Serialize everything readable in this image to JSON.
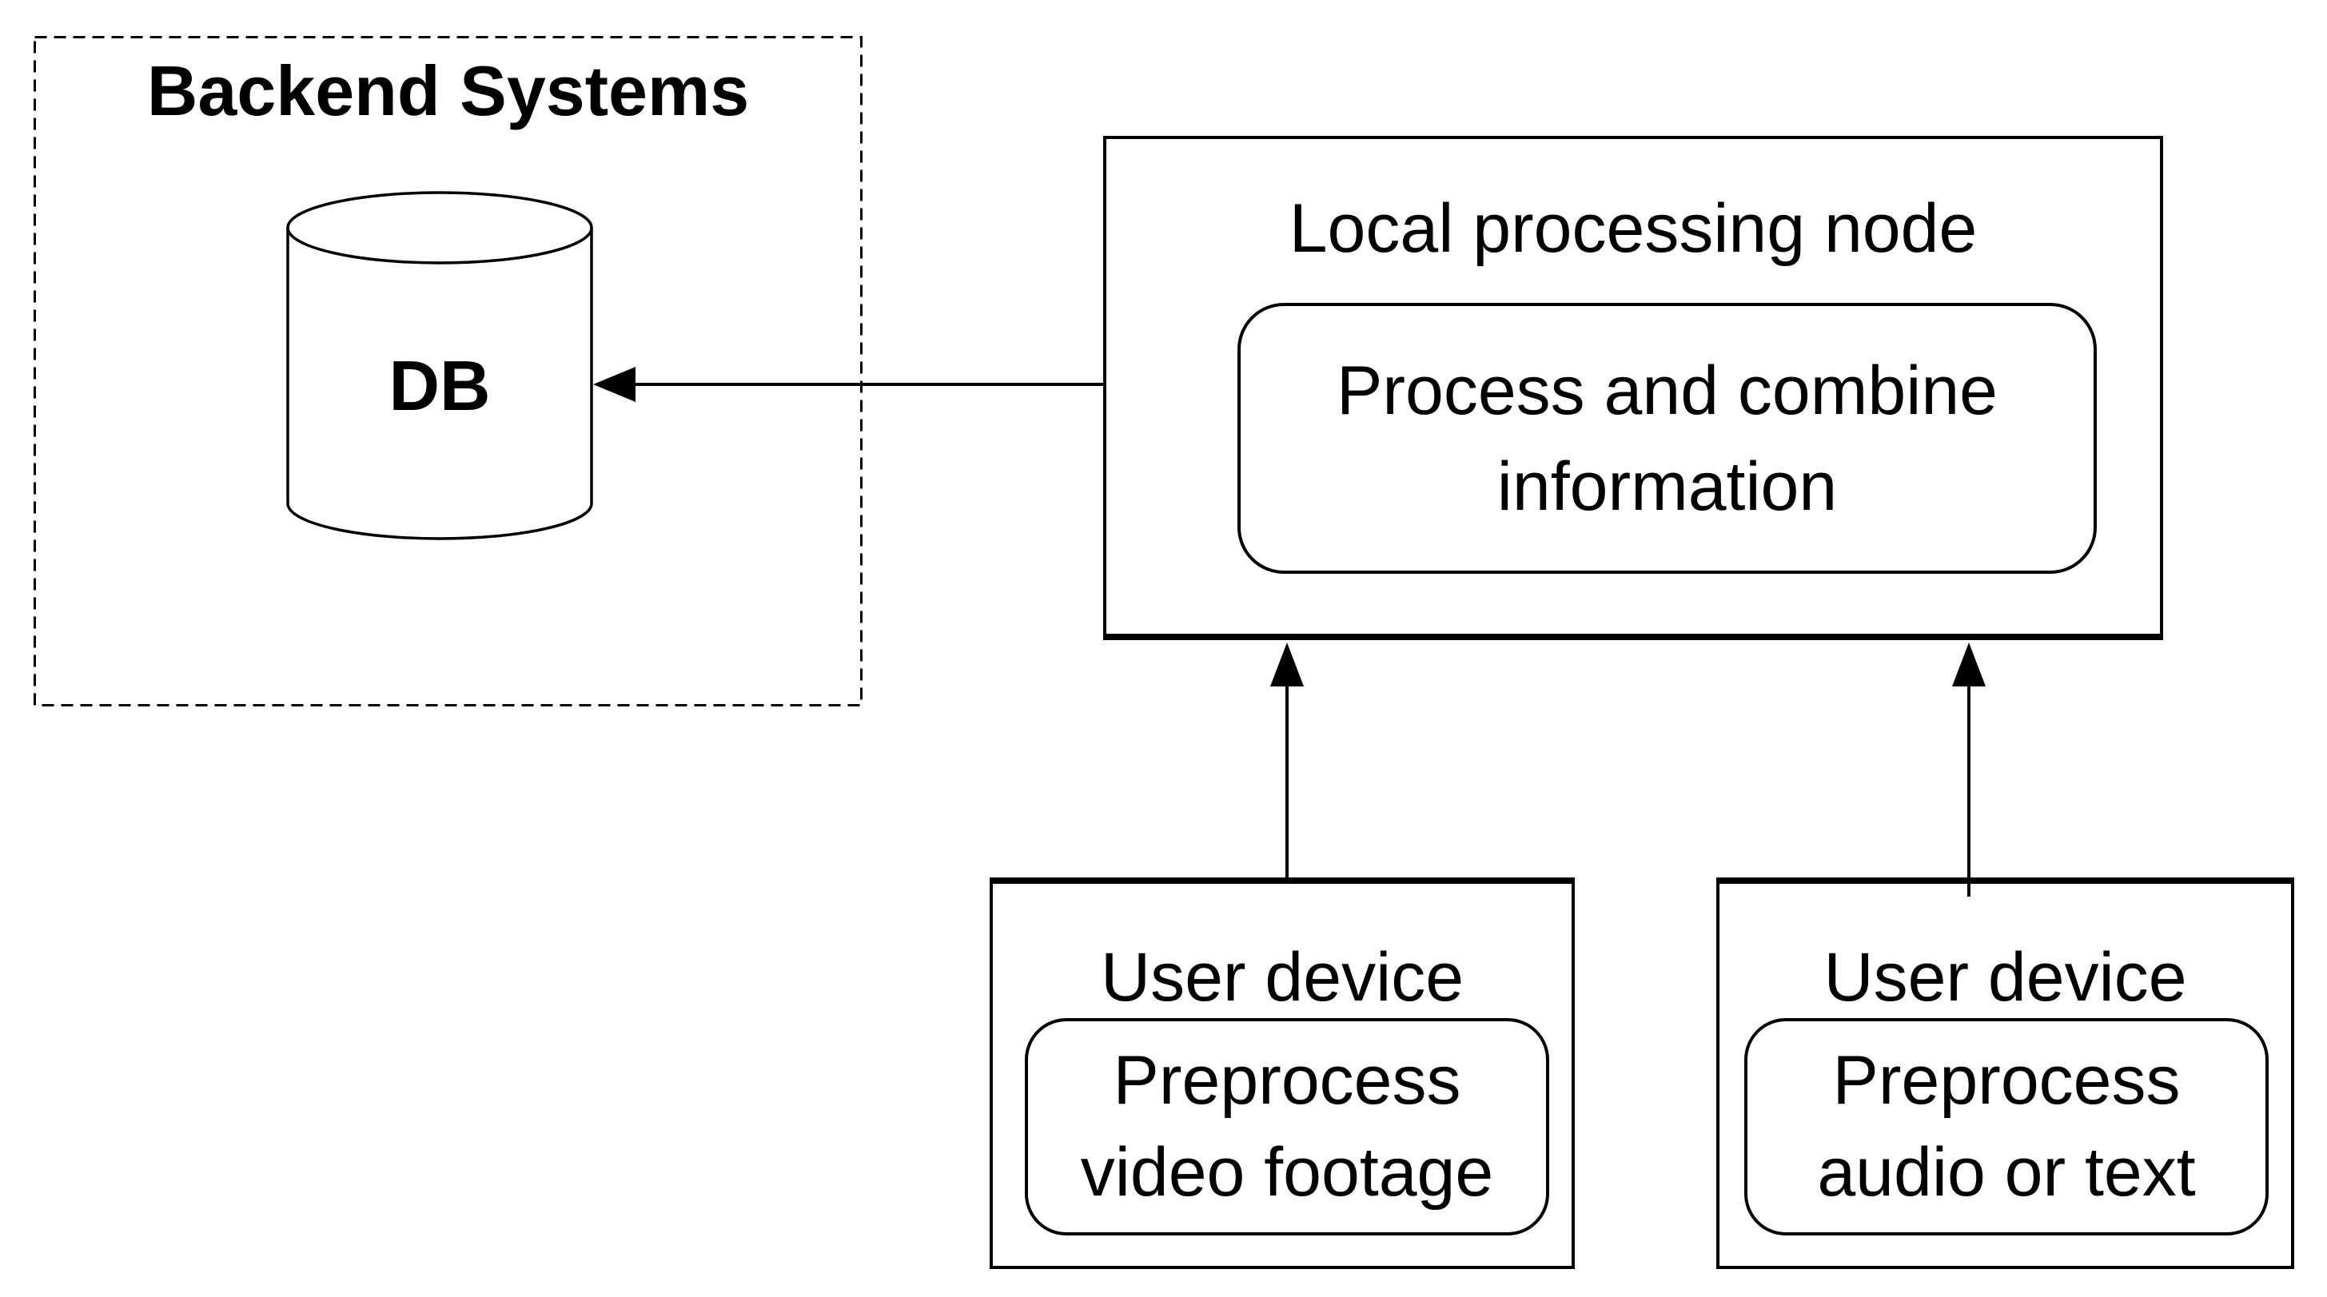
{
  "backend": {
    "title": "Backend Systems",
    "db_label": "DB"
  },
  "local_node": {
    "title": "Local processing node",
    "process_label": "Process and combine information"
  },
  "devices": [
    {
      "title": "User device",
      "task_label": "Preprocess video footage"
    },
    {
      "title": "User device",
      "task_label": "Preprocess audio or text"
    }
  ],
  "connectors": [
    {
      "name": "node-to-db-arrow",
      "from": "Local processing node",
      "to": "DB",
      "direction": "left"
    },
    {
      "name": "left-device-to-node-arrow",
      "from": "User device (video)",
      "to": "Local processing node",
      "direction": "up"
    },
    {
      "name": "right-device-to-node-arrow",
      "from": "User device (audio/text)",
      "to": "Local processing node",
      "direction": "up"
    }
  ],
  "colors": {
    "stroke": "#000000",
    "background": "#ffffff"
  }
}
